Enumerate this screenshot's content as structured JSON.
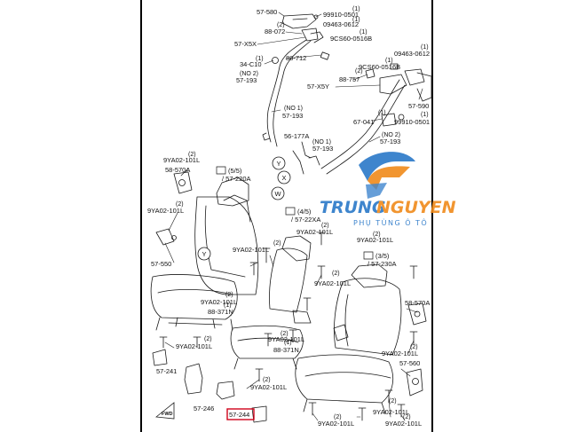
{
  "diagram": {
    "watermark": {
      "brand_a": "TRUNG",
      "brand_b": "NGUYEN",
      "tagline": "PHỤ TÙNG Ô TÔ"
    },
    "colors": {
      "line": "#1a1a1a",
      "highlight": "#d0021b",
      "brand_blue": "#2a78c8",
      "brand_orange": "#f08a1a"
    },
    "labels": {
      "p57580": "57-580",
      "p99910_top": "99910-0501",
      "q99910_top": "(1)",
      "p09463_top": "09463-0612",
      "q09463_top": "(1)",
      "p88072": "88-072",
      "q88072": "(2)",
      "p57x5x": "57-X5X",
      "p9cs60_top": "9CS60-0516B",
      "q9cs60_top": "(1)",
      "p88712": "88-712",
      "p34c10": "34-C10",
      "q34c10": "(1)",
      "n2_a": "(NO 2)",
      "p57193_a": "57-193",
      "p09463_r": "09463-0612",
      "q09463_r": "(1)",
      "p9cs60_r": "9CS60-0516B",
      "q9cs60_r": "(1)",
      "p57x5y": "57-X5Y",
      "p88757": "88-757",
      "q88757": "(2)",
      "p57590": "57-590",
      "n1_b": "(NO 1)",
      "p57193_b": "57-193",
      "p67041": "67-041",
      "q67041": "(1)",
      "p99910_r": "99910-0501",
      "q99910_r": "(1)",
      "n2_c": "(NO 2)",
      "p57193_c": "57-193",
      "p56177a": "56-177A",
      "n1_d": "(NO 1)",
      "p57193_d": "57-193",
      "cY": "Y",
      "cX": "X",
      "cW": "W",
      "p9ya02_1": "9YA02-101L",
      "q9ya02_1": "(2)",
      "p58570a_l": "58-570A",
      "sec55": "(5/5)",
      "p57220a": "/ 57-220A",
      "p9ya02_2": "9YA02-101L",
      "q9ya02_2": "(2)",
      "p57550": "57-550",
      "sec45": "(4/5)",
      "p5722xa": "/ 57-22XA",
      "p9ya02_3": "9YA02-101L",
      "q9ya02_3": "(2)",
      "p9ya02_4": "9YA02-101L",
      "q9ya02_4": "(2)",
      "p9ya02_5": "9YA02-101L",
      "q9ya02_5": "(2)",
      "sec35": "(3/5)",
      "p57230a": "/ 57-230A",
      "p9ya02_6": "9YA02-101L",
      "q9ya02_6": "(2)",
      "p9ya02_7": "9YA02-101L",
      "q9ya02_7": "(2)",
      "p88371n_1": "88-371N",
      "q88371n_1": "(1)",
      "p58570a_r": "58-570A",
      "p9ya02_8": "9YA02-101L",
      "q9ya02_8": "(2)",
      "p88371n_2": "88-371N",
      "q88371n_2": "(1)",
      "p9ya02_9": "9YA02-101L",
      "q9ya02_9": "(2)",
      "p57241": "57-241",
      "p57560": "57-560",
      "p9ya02_10": "9YA02-101L",
      "q9ya02_10": "(2)",
      "p9ya02_11": "9YA02-101L",
      "q9ya02_11": "(2)",
      "p57246": "57-246",
      "p57244": "57-244",
      "p9ya02_12": "9YA02-101L",
      "q9ya02_12": "(2)",
      "p9ya02_13": "9YA02-101L",
      "q9ya02_13": "(2)",
      "p9ya02_14": "9YA02-101L",
      "q9ya02_14": "(2)",
      "fwd": "FWD"
    }
  }
}
